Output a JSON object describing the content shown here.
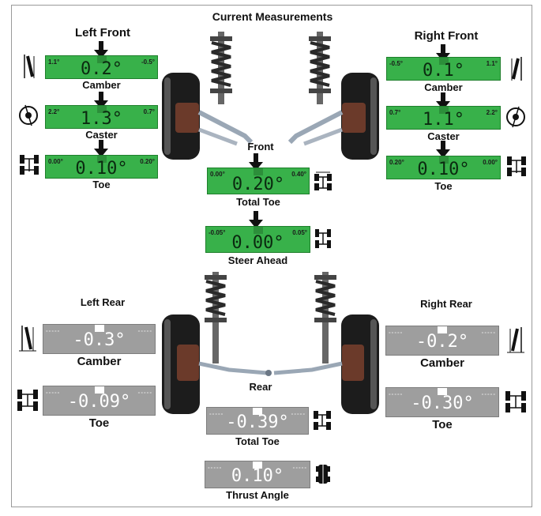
{
  "header": {
    "title": "Current Measurements"
  },
  "front": {
    "label": "Front",
    "left": {
      "title": "Left Front",
      "camber": {
        "label": "Camber",
        "value": "0.2°",
        "min": "1.1°",
        "max": "-0.5°"
      },
      "caster": {
        "label": "Caster",
        "value": "1.3°",
        "min": "2.2°",
        "max": "0.7°"
      },
      "toe": {
        "label": "Toe",
        "value": "0.10°",
        "min": "0.00°",
        "max": "0.20°"
      }
    },
    "right": {
      "title": "Right Front",
      "camber": {
        "label": "Camber",
        "value": "0.1°",
        "min": "-0.5°",
        "max": "1.1°"
      },
      "caster": {
        "label": "Caster",
        "value": "1.1°",
        "min": "0.7°",
        "max": "2.2°"
      },
      "toe": {
        "label": "Toe",
        "value": "0.10°",
        "min": "0.20°",
        "max": "0.00°"
      }
    },
    "total_toe": {
      "label": "Total Toe",
      "value": "0.20°",
      "min": "0.00°",
      "max": "0.40°"
    },
    "steer_ahead": {
      "label": "Steer Ahead",
      "value": "0.00°",
      "min": "-0.05°",
      "max": "0.05°"
    }
  },
  "rear": {
    "label": "Rear",
    "left": {
      "title": "Left Rear",
      "camber": {
        "label": "Camber",
        "value": "-0.3°",
        "min": "-----",
        "max": "-----"
      },
      "toe": {
        "label": "Toe",
        "value": "-0.09°",
        "min": "-----",
        "max": "-----"
      }
    },
    "right": {
      "title": "Right Rear",
      "camber": {
        "label": "Camber",
        "value": "-0.2°",
        "min": "-----",
        "max": "-----"
      },
      "toe": {
        "label": "Toe",
        "value": "-0.30°",
        "min": "-----",
        "max": "-----"
      }
    },
    "total_toe": {
      "label": "Total Toe",
      "value": "-0.39°",
      "min": "-----",
      "max": "-----"
    },
    "thrust_angle": {
      "label": "Thrust Angle",
      "value": "0.10°",
      "min": "-----",
      "max": "-----"
    }
  },
  "colors": {
    "in_spec": "#38b14a",
    "no_spec": "#9e9e9e"
  },
  "icons": [
    "camber-icon",
    "caster-icon",
    "toe-icon",
    "total-toe-icon",
    "steer-ahead-icon",
    "thrust-angle-icon"
  ]
}
